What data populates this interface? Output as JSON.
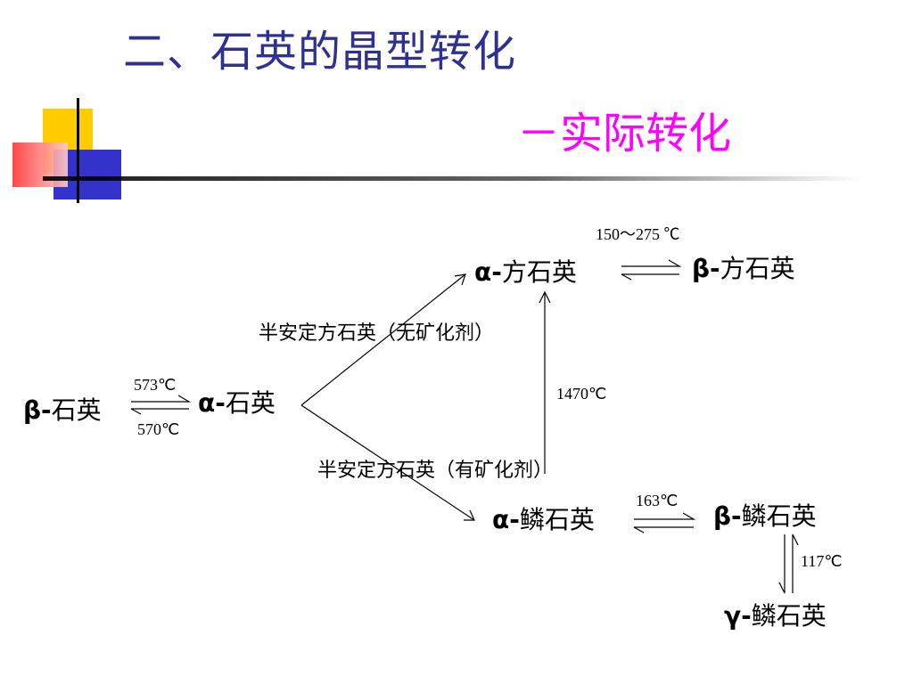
{
  "slide": {
    "title": "二、石英的晶型转化",
    "subtitle": "－实际转化"
  },
  "nodes": {
    "beta_quartz": {
      "prefix": "β-",
      "name": "石英"
    },
    "alpha_quartz": {
      "prefix": "α-",
      "name": "石英"
    },
    "alpha_cristobalite": {
      "prefix": "α-",
      "name": "方石英"
    },
    "beta_cristobalite": {
      "prefix": "β-",
      "name": "方石英"
    },
    "alpha_tridymite": {
      "prefix": "α-",
      "name": "鳞石英"
    },
    "beta_tridymite": {
      "prefix": "β-",
      "name": "鳞石英"
    },
    "gamma_tridymite": {
      "prefix": "γ-",
      "name": "鳞石英"
    }
  },
  "conditions": {
    "quartz_up": "573℃",
    "quartz_down": "570℃",
    "cristobalite": "150～275 ℃",
    "tridymite_to_cristobalite": "1470℃",
    "tridymite_ab": "163℃",
    "tridymite_bg": "117℃"
  },
  "paths": {
    "to_cristobalite": "半安定方石英（无矿化剂）",
    "to_tridymite": "半安定方石英（有矿化剂）"
  },
  "colors": {
    "title": "#2e3192",
    "subtitle": "#ff00ff",
    "deco_yellow": "#ffcc00",
    "deco_blue": "#3333cc",
    "deco_red": "#ff3333"
  }
}
